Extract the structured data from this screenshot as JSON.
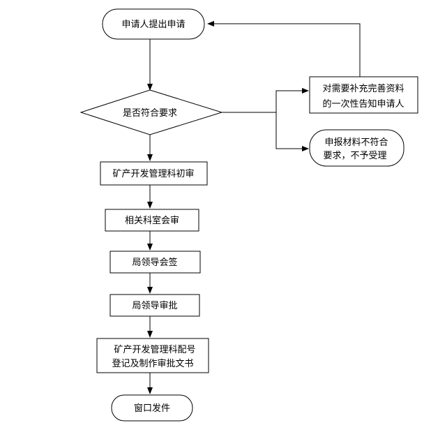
{
  "flowchart": {
    "start": {
      "label": "申请人提出申请"
    },
    "check": {
      "label": "是否符合要求"
    },
    "supplement": {
      "line1": "对需要补充完善资料",
      "line2": "的一次性告知申请人"
    },
    "reject": {
      "line1": "申报材料不符合",
      "line2": "要求，不予受理"
    },
    "step1": {
      "label": "矿产开发管理科初审"
    },
    "step2": {
      "label": "相关科室会审"
    },
    "step3": {
      "label": "局领导会签"
    },
    "step4": {
      "label": "局领导审批"
    },
    "step5": {
      "line1": "矿产开发管理科配号",
      "line2": "登记及制作审批文书"
    },
    "end": {
      "label": "窗口发件"
    }
  }
}
